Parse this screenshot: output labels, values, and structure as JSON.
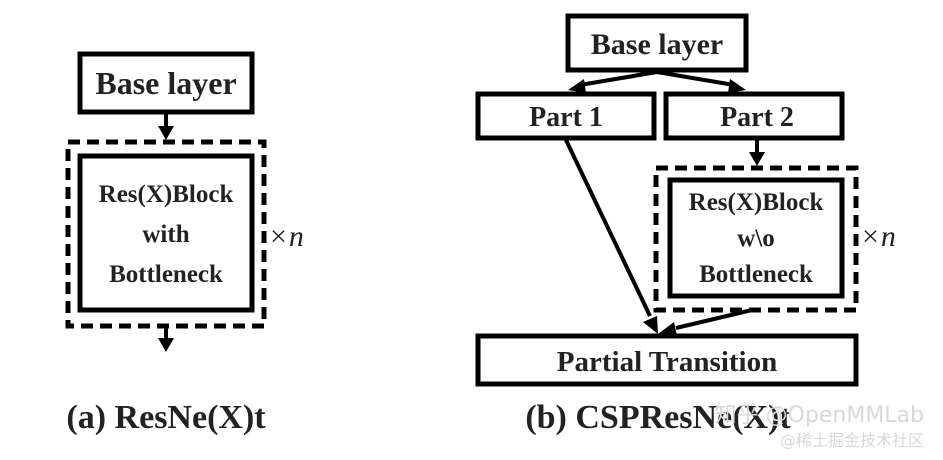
{
  "left": {
    "base_label": "Base layer",
    "block_lines": [
      "Res(X)Block",
      "with",
      "Bottleneck"
    ],
    "repeat_symbol": "×",
    "repeat_var": "n",
    "caption": "(a) ResNe(X)t"
  },
  "right": {
    "base_label": "Base layer",
    "part1_label": "Part 1",
    "part2_label": "Part 2",
    "block_lines": [
      "Res(X)Block",
      "w\\o",
      "Bottleneck"
    ],
    "repeat_symbol": "×",
    "repeat_var": "n",
    "transition_label": "Partial Transition",
    "caption": "(b) CSPResNe(X)t"
  },
  "watermark": {
    "line1": "知乎 @OpenMMLab",
    "line2": "@稀土掘金技术社区"
  }
}
